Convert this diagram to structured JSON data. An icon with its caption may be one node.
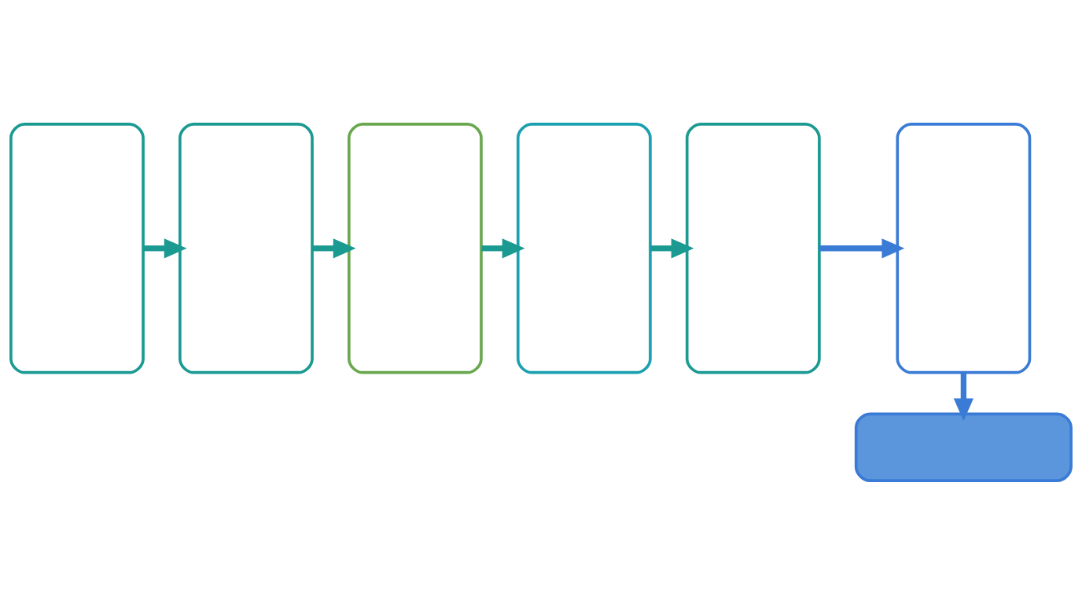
{
  "diagram": {
    "nodes": [
      {
        "text": [],
        "shape": "box"
      },
      {
        "text": [],
        "shape": "box"
      },
      {
        "text": [],
        "shape": "box"
      },
      {
        "text": [],
        "shape": "box"
      },
      {
        "text": [],
        "shape": "box"
      },
      {
        "text": [],
        "shape": "box"
      },
      {
        "text": [],
        "shape": "box"
      }
    ],
    "edges": [
      {
        "from": 0,
        "to": 1,
        "arrow": "to"
      },
      {
        "from": 1,
        "to": 2,
        "arrow": "to"
      },
      {
        "from": 2,
        "to": 3,
        "arrow": "to"
      },
      {
        "from": 3,
        "to": 4,
        "arrow": "to"
      },
      {
        "from": 4,
        "to": 5,
        "arrow": "to",
        "color": "#3a7bd5"
      },
      {
        "from": 5,
        "to": 6,
        "arrow": "to",
        "color": "#3a7bd5"
      }
    ]
  }
}
